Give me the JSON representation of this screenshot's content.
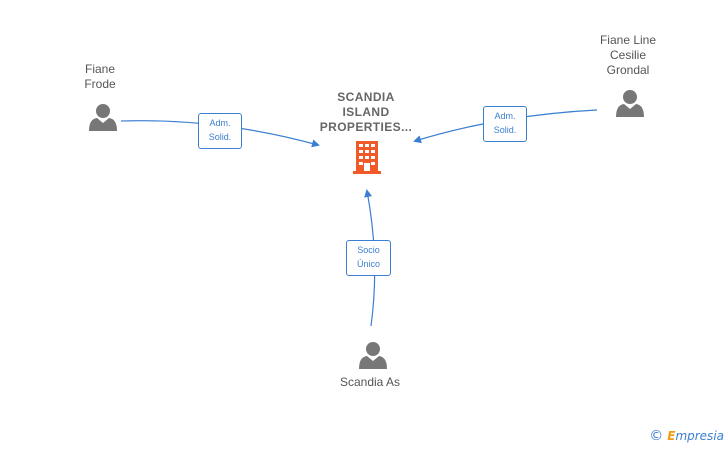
{
  "company": {
    "name_lines": [
      "SCANDIA",
      "ISLAND",
      "PROPERTIES..."
    ],
    "icon": "building-icon",
    "color": "#f05a28"
  },
  "people": [
    {
      "id": "fiane-frode",
      "name_lines": [
        "Fiane",
        "Frode"
      ],
      "icon": "person-icon"
    },
    {
      "id": "fiane-line",
      "name_lines": [
        "Fiane Line",
        "Cesilie",
        "Grondal"
      ],
      "icon": "person-icon"
    },
    {
      "id": "scandia-as",
      "name_lines": [
        "Scandia As"
      ],
      "icon": "person-icon"
    }
  ],
  "relations": [
    {
      "from": "fiane-frode",
      "label_lines": [
        "Adm.",
        "Solid."
      ]
    },
    {
      "from": "fiane-line",
      "label_lines": [
        "Adm.",
        "Solid."
      ]
    },
    {
      "from": "scandia-as",
      "label_lines": [
        "Socio",
        "Único"
      ]
    }
  ],
  "colors": {
    "edge": "#3b7fd1",
    "person": "#777777"
  },
  "watermark": {
    "symbol": "©",
    "brand_initial": "E",
    "brand_rest": "mpresia"
  }
}
